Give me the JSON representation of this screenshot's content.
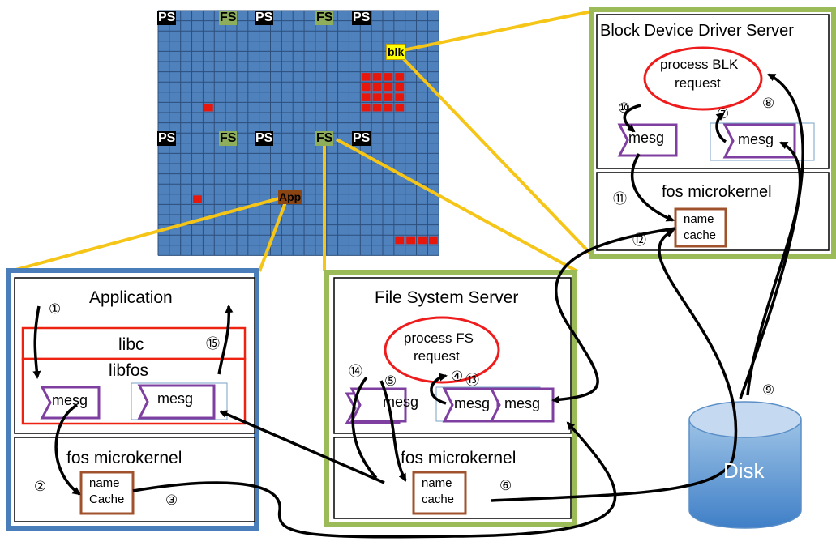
{
  "grid": {
    "ps_label": "PS",
    "fs_label": "FS",
    "blk_label": "blk",
    "app_label": "App"
  },
  "app_server": {
    "title": "Application",
    "libc": "libc",
    "libfos": "libfos",
    "mesg_out": "mesg",
    "mesg_in": "mesg",
    "kernel": "fos microkernel",
    "cache": [
      "name",
      "Cache"
    ],
    "steps": [
      "①",
      "②",
      "③",
      "⑮"
    ]
  },
  "fs_server": {
    "title": "File System Server",
    "process": [
      "process FS",
      "request"
    ],
    "mesg_out": "mesg",
    "mesg_in_a": "mesg",
    "mesg_in_b": "mesg",
    "kernel": "fos microkernel",
    "cache": [
      "name",
      "cache"
    ],
    "steps": [
      "④",
      "⑤",
      "⑥",
      "⑬",
      "⑭"
    ]
  },
  "blk_server": {
    "title": "Block Device Driver Server",
    "process": [
      "process BLK",
      "request"
    ],
    "mesg_out": "mesg",
    "mesg_in": "mesg",
    "kernel": "fos microkernel",
    "cache": [
      "name",
      "cache"
    ],
    "steps": [
      "⑦",
      "⑧",
      "⑩",
      "⑪",
      "⑫"
    ]
  },
  "disk": {
    "label": "Disk",
    "step": "⑨"
  },
  "colors": {
    "grid_tile": "#4f81bd",
    "grid_line": "#2c4f7c",
    "red_tile": "#e8170c",
    "app_frame": "#4a7ebb",
    "fs_frame": "#9bbb59",
    "zoom_line": "#f5c518",
    "mesg_border": "#7f3fa0",
    "cache_border": "#a0522d",
    "ellipse": "#ee1c1c",
    "libc_border": "#ee2211",
    "disk_top": "#c5d9f1",
    "disk_body": "#5b9bd5"
  }
}
